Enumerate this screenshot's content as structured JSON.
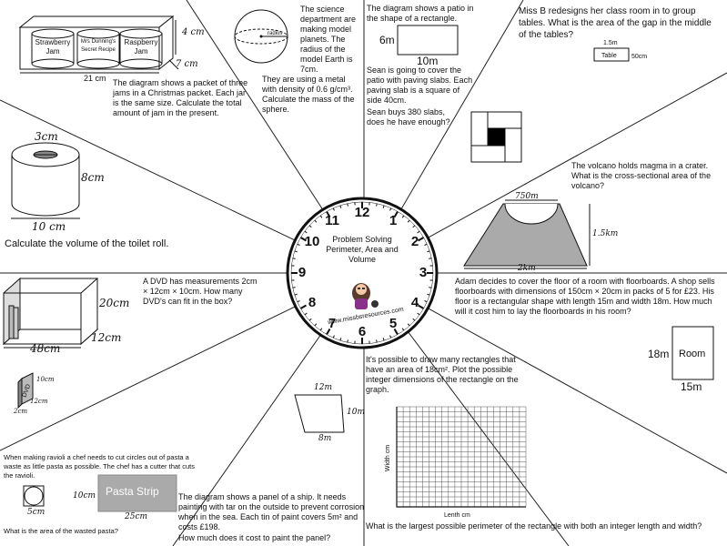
{
  "center": {
    "title": "Problem Solving Perimeter, Area and Volume",
    "title_lines": [
      "Problem Solving",
      "Perimeter, Area and",
      "Volume"
    ],
    "website": "www.missbsresources.com",
    "numbers": [
      "12",
      "1",
      "2",
      "3",
      "4",
      "5",
      "6",
      "7",
      "8",
      "9",
      "10",
      "11"
    ]
  },
  "jam": {
    "jars": [
      "Strawberry Jam",
      "Mrs Dunning's Secret Recipe",
      "Raspberry Jam"
    ],
    "dims": {
      "height": "4 cm",
      "depth": "7 cm",
      "length": "21 cm"
    },
    "text": "The diagram shows a packet of three jams in a Christmas packet. Each jar is the same size. Calculate the total amount of jam in the present."
  },
  "planet": {
    "radius_label": "radius",
    "text1": "The science department are making model planets. The radius of the model Earth is 7cm.",
    "text2": "They are using a metal with density of 0.6 g/cm³. Calculate the mass of the sphere."
  },
  "patio": {
    "text1": "The diagram shows a patio in the shape of a rectangle.",
    "dims": {
      "height": "6m",
      "width": "10m"
    },
    "text2": "Sean is going to cover the patio with paving slabs. Each paving slab is a square of side 40cm.",
    "text3": "Sean buys 380 slabs, does he have enough?"
  },
  "tables": {
    "text": "Miss B redesigns her class room in to group tables. What is the area of the gap in the middle of the tables?",
    "table_label": "Table",
    "dims": {
      "width": "1.5m",
      "height": "50cm"
    }
  },
  "toilet": {
    "dims": {
      "top": "3cm",
      "height": "8cm",
      "width": "10 cm"
    },
    "text": "Calculate the volume of the toilet roll."
  },
  "volcano": {
    "text": "The volcano holds magma in a crater. What is the cross-sectional area of the volcano?",
    "dims": {
      "top": "750m",
      "height": "1.5km",
      "base": "2km"
    }
  },
  "dvd": {
    "text": "A DVD has measurements 2cm × 12cm × 10cm. How many DVD's can fit in the box?",
    "box_dims": {
      "height": "20cm",
      "depth": "12cm",
      "length": "48cm"
    },
    "dvd_label": "DVD",
    "dvd_dims": {
      "height": "10cm",
      "width": "12cm",
      "depth": "2cm"
    }
  },
  "floor": {
    "text": "Adam decides to cover the floor of a room with floorboards. A shop sells floorboards with dimensions of 150cm × 20cm in packs of 5 for £23. His floor is a rectangular shape with length 15m and width 18m. How much will it cost him to lay the floorboards in his room?",
    "room_label": "Room",
    "dims": {
      "height": "18m",
      "width": "15m"
    }
  },
  "trapezium": {
    "dims": {
      "top": "12m",
      "side": "10m",
      "base": "8m"
    }
  },
  "rectangles": {
    "text": "It's possible to draw many rectangles that have an area of 18cm². Plot the possible integer dimensions of the rectangle on the graph.",
    "y_axis": "Width cm",
    "x_axis": "Lenth cm",
    "question": "What is the largest possible perimeter of the rectangle with both an integer length and width?"
  },
  "ravioli": {
    "text": "When making ravioli a chef needs to cut circles out of pasta a waste as little pasta as possible. The chef has a cutter that cuts the ravioli.",
    "strip_label": "Pasta Strip",
    "dims": {
      "circle": "5cm",
      "height": "10cm",
      "length": "25cm"
    },
    "question": "What is the area of the wasted pasta?"
  },
  "ship": {
    "text": "The diagram shows a panel of a ship. It needs painting with tar on the outside to prevent corrosion when in the sea. Each tin of paint covers 5m² and costs £198.",
    "question": "How much does it cost to paint the panel?"
  }
}
